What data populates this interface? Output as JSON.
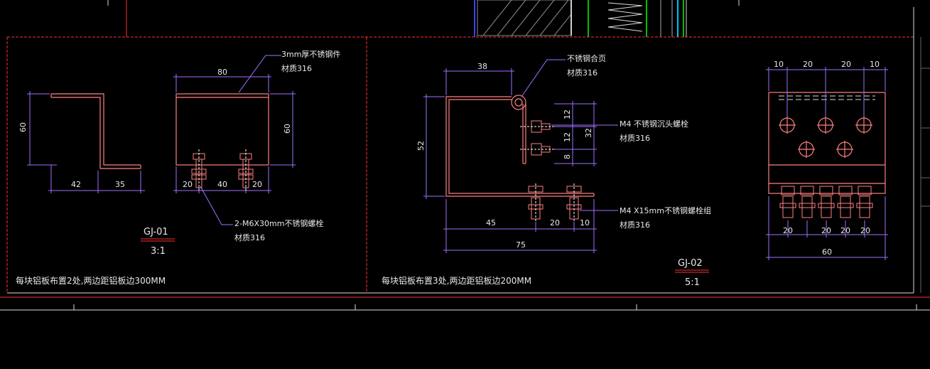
{
  "gj01": {
    "title": "GJ-01",
    "scale": "3:1",
    "note": "每块铝板布置2处,两边距铝板边300MM",
    "leader_plate": "3mm厚不锈钢件",
    "leader_plate_mat": "材质316",
    "leader_bolt": "2-M6X30mm不锈钢螺栓",
    "leader_bolt_mat": "材质316",
    "dims": {
      "h60_left": "60",
      "d42": "42",
      "d35": "35",
      "d80": "80",
      "h60_right": "60",
      "d20a": "20",
      "d40": "40",
      "d20b": "20"
    }
  },
  "gj02": {
    "title": "GJ-02",
    "scale": "5:1",
    "note": "每块铝板布置3处,两边距铝板边200MM",
    "leader_hinge": "不锈钢合页",
    "leader_hinge_mat": "材质316",
    "leader_m4_flat": "M4 不锈钢沉头螺栓",
    "leader_m4_flat_mat": "材质316",
    "leader_m4_set": "M4 X15mm不锈钢螺栓组",
    "leader_m4_set_mat": "材质316",
    "dims": {
      "d38": "38",
      "h52": "52",
      "v12a": "12",
      "v12b": "12",
      "v8": "8",
      "v32": "32",
      "d45": "45",
      "d20": "20",
      "d10": "10",
      "d75": "75",
      "top10a": "10",
      "top20a": "20",
      "top20b": "20",
      "top10b": "10",
      "bot20a": "20",
      "bot20b": "20",
      "bot20c": "20",
      "bot20d": "20",
      "bot60": "60"
    }
  },
  "colors": {
    "background": "#000000",
    "frame": "#ff3030",
    "dimension": "#a070ff",
    "part": "#ff8080",
    "text": "#e8e8e8"
  }
}
